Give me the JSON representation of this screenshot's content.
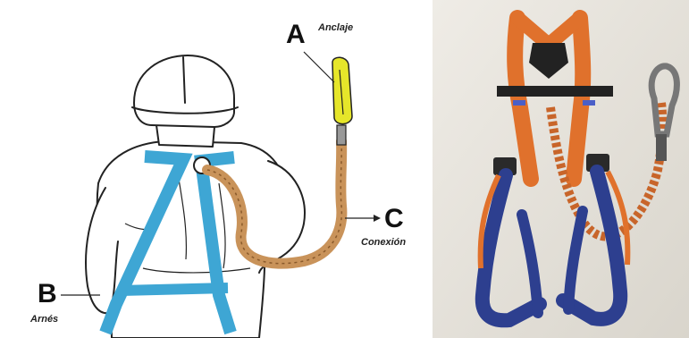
{
  "labels": {
    "anchor": {
      "letter": "A",
      "caption": "Anclaje"
    },
    "harness": {
      "letter": "B",
      "caption": "Arnés"
    },
    "connection": {
      "letter": "C",
      "caption": "Conexión"
    }
  },
  "colors": {
    "harness_strap": "#3ea6d4",
    "lanyard": "#c9935a",
    "anchor_hook": "#e6e62a",
    "photo_orange": "#e0712c",
    "photo_navy": "#2d3f8f",
    "photo_bg": "#e9e6df"
  },
  "icons": [
    "worker-illustration",
    "harness-photo",
    "snap-hook-icon"
  ]
}
